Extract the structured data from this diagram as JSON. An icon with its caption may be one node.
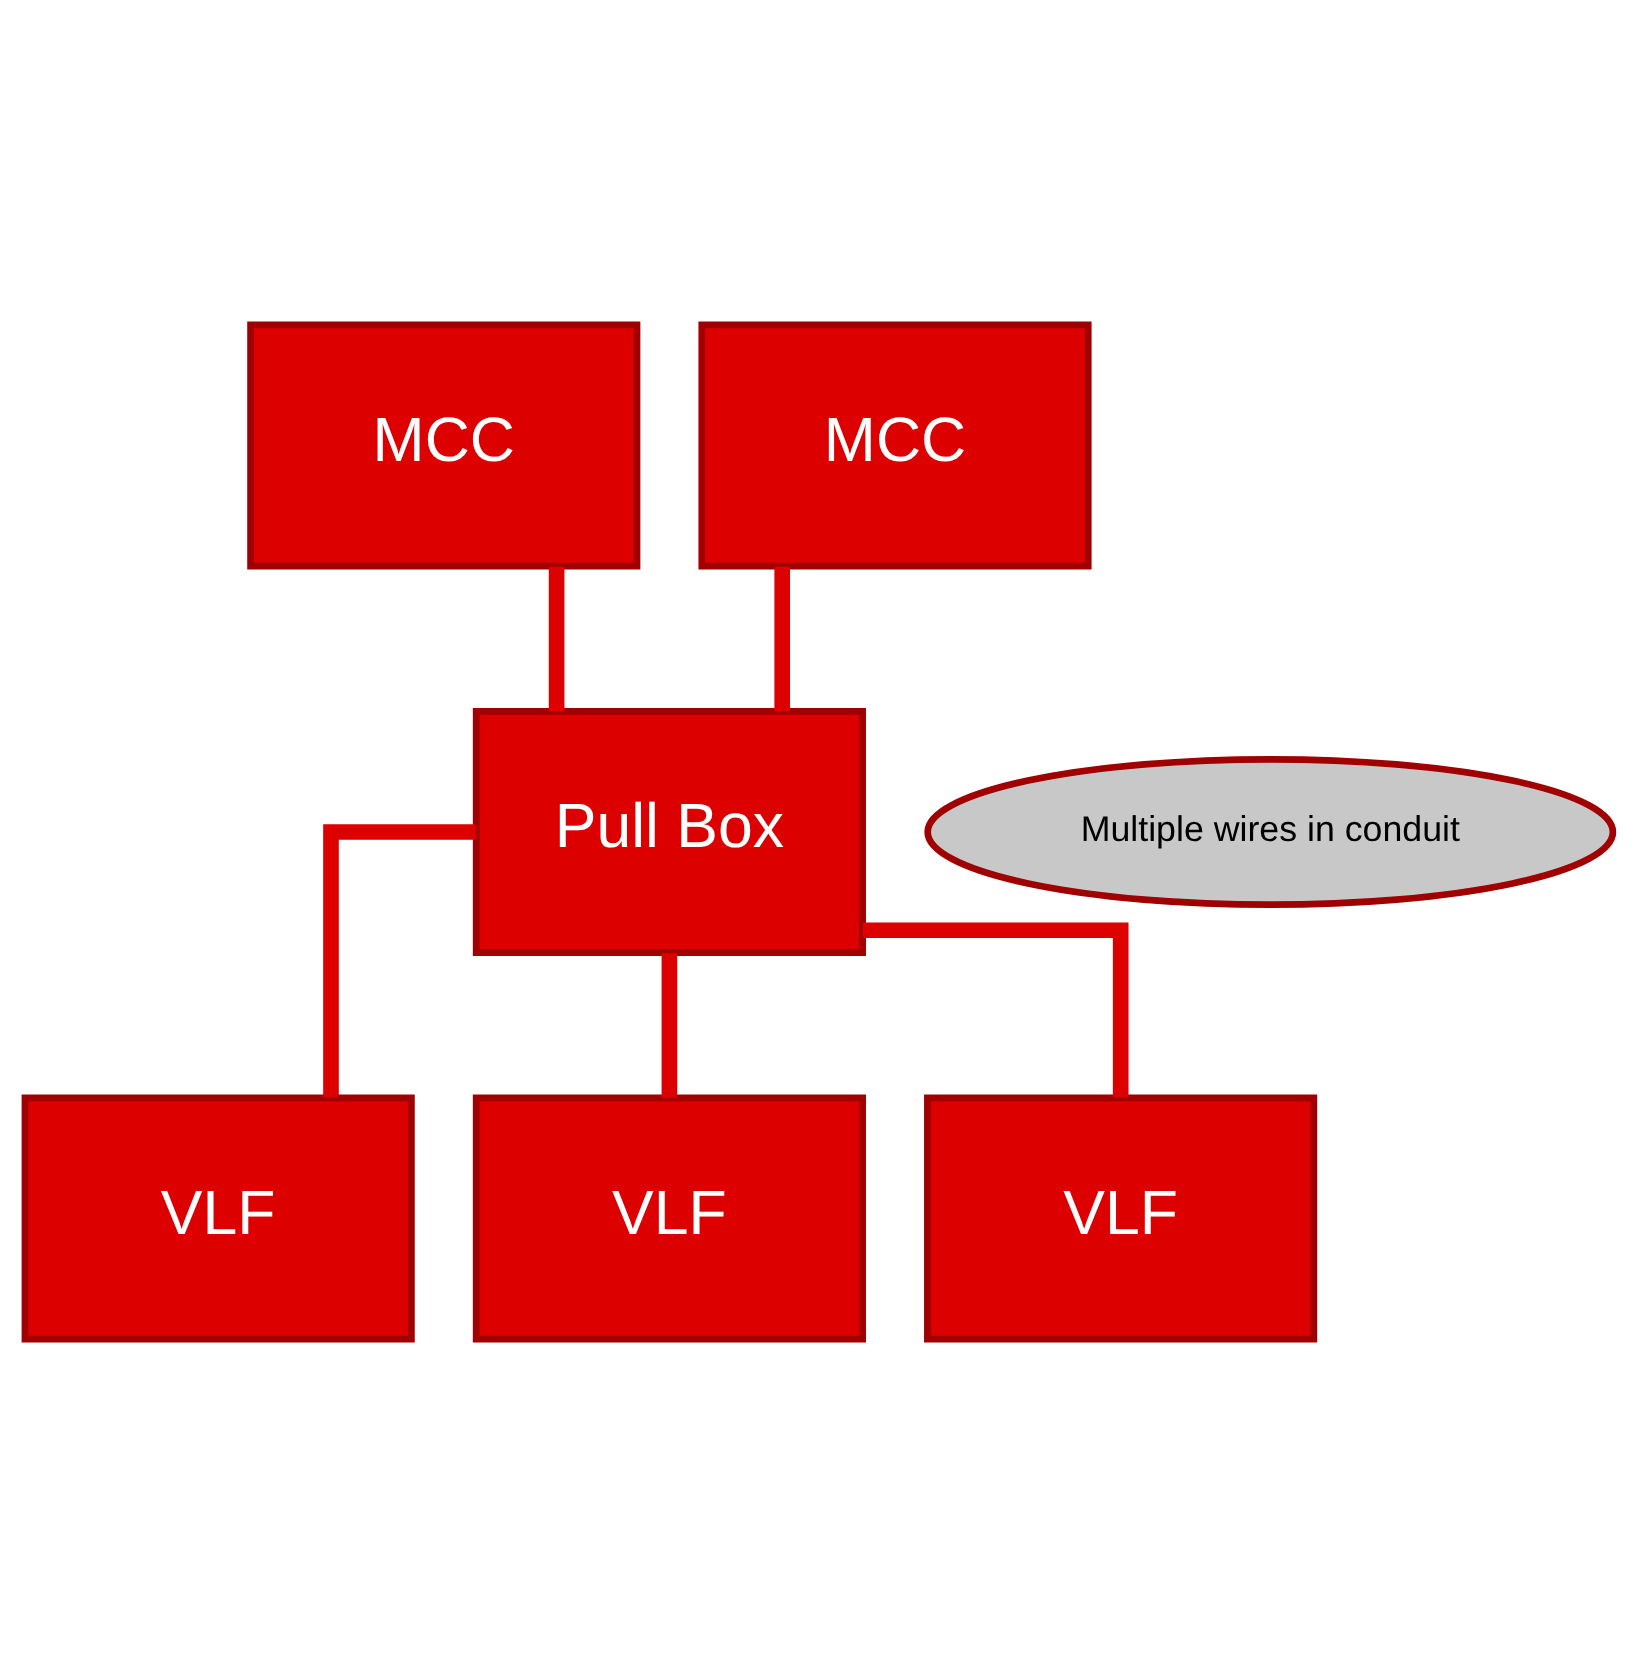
{
  "diagram": {
    "nodes": [
      {
        "text": [
          "MCC"
        ]
      },
      {
        "text": [
          "MCC"
        ]
      },
      {
        "text": [
          "Pull Box"
        ]
      },
      {
        "text": [
          "VLF"
        ]
      },
      {
        "text": [
          "VLF"
        ]
      },
      {
        "text": [
          "VLF"
        ]
      },
      {
        "text": [
          "Multiple wires in conduit"
        ]
      }
    ],
    "edges": [
      {
        "from": 0,
        "to": 2,
        "arrow": "none"
      },
      {
        "from": 1,
        "to": 2,
        "arrow": "none"
      },
      {
        "from": 2,
        "to": 3,
        "arrow": "none"
      },
      {
        "from": 2,
        "to": 4,
        "arrow": "none"
      },
      {
        "from": 2,
        "to": 5,
        "arrow": "none"
      }
    ]
  }
}
